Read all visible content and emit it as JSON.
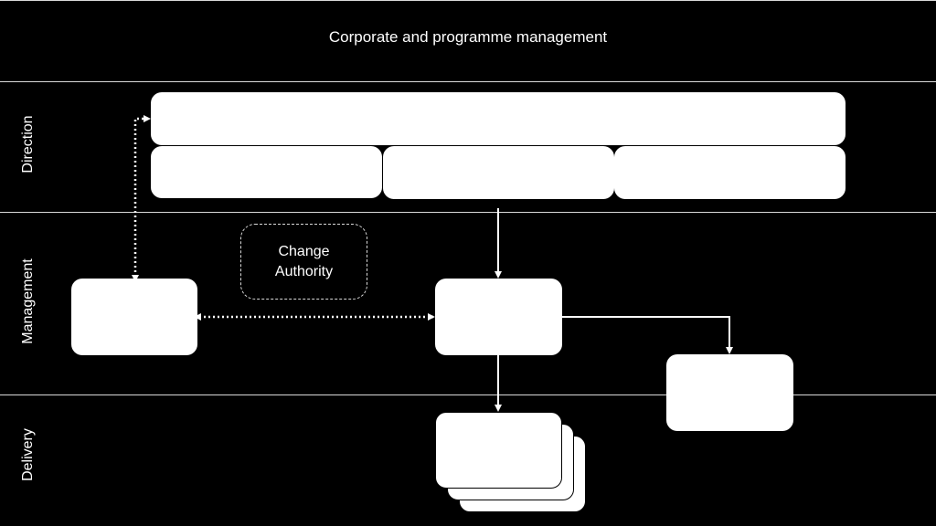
{
  "bands": {
    "top_title": "Corporate and programme management",
    "direction_label": "Direction",
    "management_label": "Management",
    "delivery_label": "Delivery"
  },
  "change_authority": {
    "line1": "Change",
    "line2": "Authority"
  },
  "colors": {
    "background": "#000000",
    "box_fill": "#ffffff",
    "line": "#ffffff",
    "divider": "#d9d9d9"
  }
}
